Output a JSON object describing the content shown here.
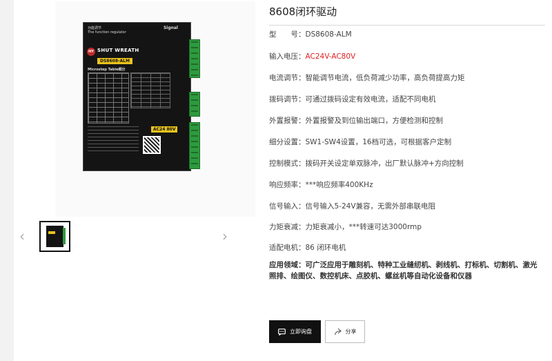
{
  "product": {
    "title": "8608闭环驱动",
    "image": {
      "panel_title": "功能调节\nThe function regulator",
      "signal_label": "Signal",
      "logo_text": "HY",
      "brand_text": "SHUT WREATH",
      "model_badge": "DS8608-ALM",
      "table_title": "Microstep Table细分",
      "voltage_badge": "AC24 80V"
    }
  },
  "gallery": {
    "prev_icon": "chevron-left-icon",
    "next_icon": "chevron-right-icon",
    "prev_glyph": "‹",
    "next_glyph": "›"
  },
  "specs": [
    {
      "label": "型　　号：",
      "value": "DS8608-ALM",
      "highlight": false
    },
    {
      "label": "输入电压：",
      "value": "AC24V-AC80V",
      "highlight": true
    },
    {
      "label": "电流调节：",
      "value": "智能调节电流，低负荷减少功率，高负荷提高力矩",
      "highlight": false
    },
    {
      "label": "拨码调节：",
      "value": "可通过拨码设定有效电流，适配不同电机",
      "highlight": false
    },
    {
      "label": "外置报警：",
      "value": "外置报警及到位输出端口，方便检测和控制",
      "highlight": false
    },
    {
      "label": "细分设置：",
      "value": "SW1-SW4设置，16档可选，可根据客户定制",
      "highlight": false
    },
    {
      "label": "控制模式：",
      "value": "拨码开关设定单双脉冲，出厂默认脉冲+方向控制",
      "highlight": false
    },
    {
      "label": "响应频率：",
      "value": "***响应频率400KHz",
      "highlight": false
    },
    {
      "label": "信号输入：",
      "value": "信号输入5-24V兼容，无需外部串联电阻",
      "highlight": false
    },
    {
      "label": "力矩衰减：",
      "value": "力矩衰减小，***转速可达3000rmp",
      "highlight": false
    },
    {
      "label": "适配电机：",
      "value": "86  闭环电机",
      "highlight": false
    }
  ],
  "application": "应用领域：可广泛应用于雕刻机、特种工业缝纫机、剥线机、打标机、切割机、激光照排、绘图仪、数控机床、点胶机、螺丝机等自动化设备和仪器",
  "accent_color": "#e02020",
  "actions": {
    "inquiry_label": "立即询盘",
    "inquiry_icon": "chat-icon",
    "share_label": "分享",
    "share_icon": "share-icon"
  }
}
